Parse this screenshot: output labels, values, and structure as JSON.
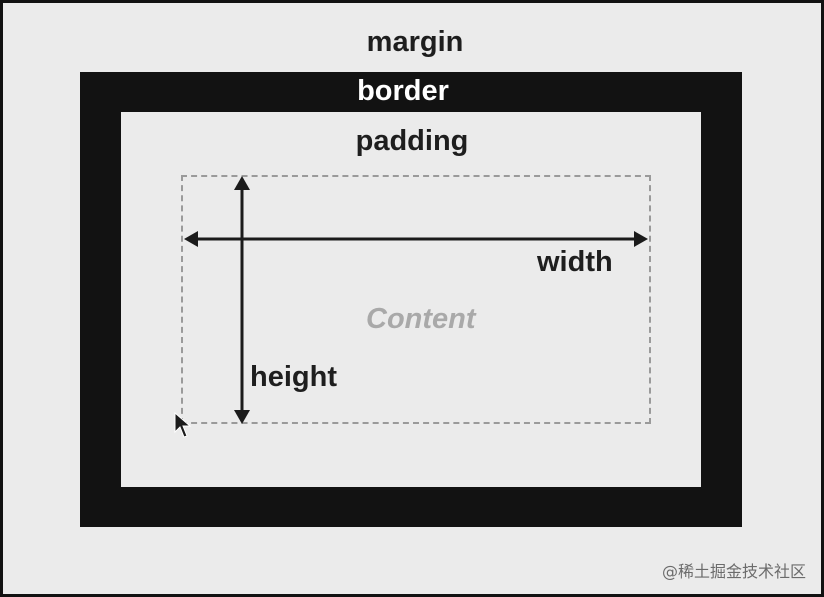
{
  "diagram": {
    "labels": {
      "margin": "margin",
      "border": "border",
      "padding": "padding",
      "width": "width",
      "height": "height",
      "content": "Content"
    },
    "watermark": "@稀土掘金技术社区"
  },
  "colors": {
    "margin_bg": "#ebebeb",
    "border_bg": "#121212",
    "padding_bg": "#ebebeb",
    "content_dash": "#9a9a9a",
    "text_dark": "#1e1e1e",
    "text_light": "#ffffff",
    "content_text": "#a9a9a9"
  },
  "icons": {
    "cursor": "mouse-pointer-icon",
    "width_arrow": "double-arrow-horizontal-icon",
    "height_arrow": "double-arrow-vertical-icon"
  }
}
